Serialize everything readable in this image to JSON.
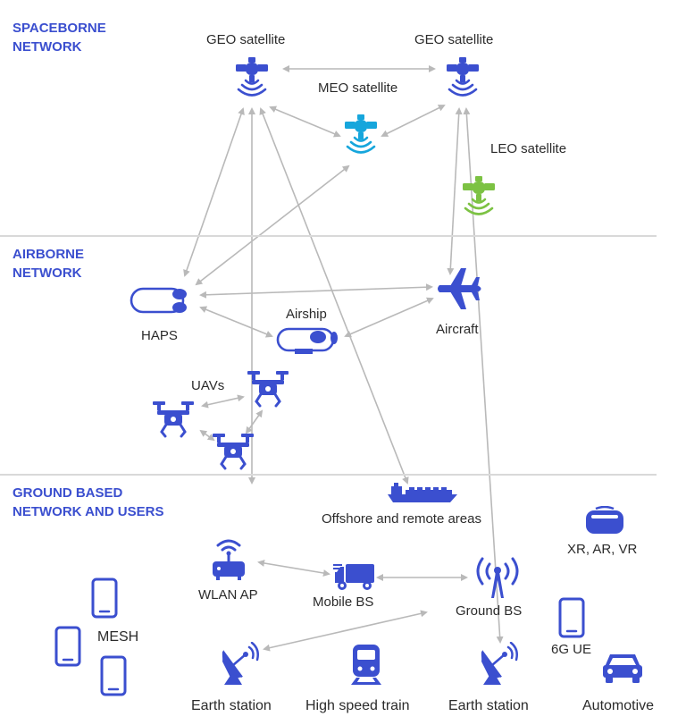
{
  "sections": {
    "spaceborne": [
      "SPACEBORNE",
      "NETWORK"
    ],
    "airborne": [
      "AIRBORNE",
      "NETWORK"
    ],
    "ground": [
      "GROUND BASED",
      "NETWORK AND USERS"
    ]
  },
  "nodes": {
    "geo1": "GEO satellite",
    "geo2": "GEO satellite",
    "meo": "MEO satellite",
    "leo": "LEO satellite",
    "haps": "HAPS",
    "airship": "Airship",
    "aircraft": "Aircraft",
    "uavs": "UAVs",
    "offshore": "Offshore and remote areas",
    "xr": "XR, AR, VR",
    "wlan": "WLAN AP",
    "mobile_bs": "Mobile BS",
    "ground_bs": "Ground BS",
    "mesh": "MESH",
    "ue6g": "6G UE",
    "earth1": "Earth station",
    "train": "High speed train",
    "earth2": "Earth station",
    "auto": "Automotive"
  },
  "colors": {
    "primary": "#3b4fcf",
    "meo": "#16a6dc",
    "leo": "#7cc243",
    "arrow": "#b9b9b9",
    "divider": "#d9d9d9"
  }
}
